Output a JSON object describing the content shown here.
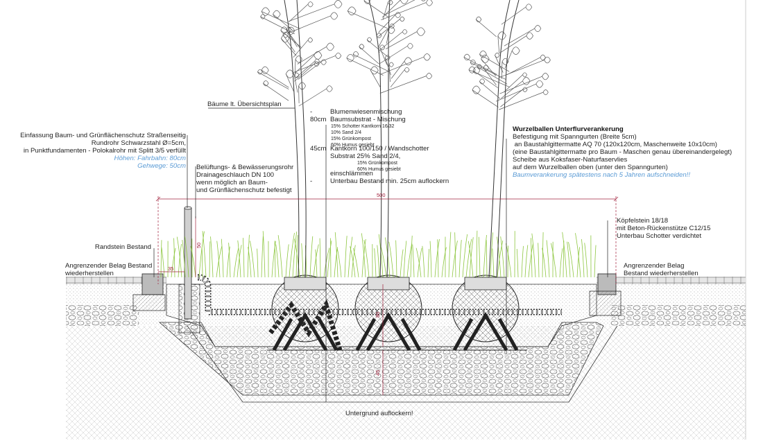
{
  "labels": {
    "baeume": "Bäume lt. Übersichtsplan",
    "einfassung": [
      "Einfassung Baum- und Grünflächenschutz Straßenseitig",
      "Rundrohr Schwarzstahl   Ø=5cm,",
      "in Punktfundamenten - Polokalrohr mit Splitt 3/5 verfüllt"
    ],
    "hoehen": [
      "Höhen: Fahrbahn: 80cm",
      "Gehwege: 50cm"
    ],
    "belueftung": [
      "Belüftungs- & Bewässerungsrohr",
      "Drainageschlauch DN 100",
      "wenn möglich an Baum-",
      "und Grünflächenschutz befestigt"
    ],
    "randstein": "Randstein Bestand",
    "angrenzend_links": [
      "Angrenzender Belag Bestand",
      "wiederherstellen"
    ],
    "angrenzend_rechts": [
      "Angrenzender Belag",
      "Bestand wiederherstellen"
    ],
    "koepfelstein": [
      "Köpfelstein 18/18",
      "mit Beton-Rückenstütze C12/15",
      "Unterbau Schotter verdichtet"
    ],
    "untergrund": "Untergrund auflockern!",
    "wurzelballen_title": "Wurzelballen Unterflurverankerung",
    "wurzelballen": [
      "Befestigung mit Spanngurten (Breite 5cm)",
      " an Baustahlgittermatte AQ 70 (120x120cm, Maschenweite 10x10cm)",
      "(eine Baustahlgittermatte pro Baum - Maschen genau übereinandergelegt)",
      "Scheibe aus Koksfaser-Naturfaservlies",
      "auf dem Wurzelballen oben (unter den Spanngurten)"
    ],
    "wurzelballen_note": "Baumverankerung spätestens nach 5 Jahren aufschneiden!!"
  },
  "layers": {
    "dash1": "-",
    "d80": "80cm",
    "blumen": "Blumenwiesenmischung",
    "baumsubstrat": "Baumsubstrat - Mischung",
    "mix1": [
      "15% Schotter Kantkorn 16/32",
      "10% Sand 2/4",
      "15% Grünkompost",
      "60% Humus gesiebt"
    ],
    "d45": "45cm",
    "kantkorn": "Kantkorn 100/150 / Wandschotter",
    "substrat": "Substrat 25% Sand 2/4,",
    "mix2": [
      "15% Grünkompost",
      "60% Humus gesiebt"
    ],
    "einschlaemmen": "einschlämmen",
    "dash2": "-",
    "unterbau": "Unterbau Bestand min. 25cm auflockern"
  },
  "dimensions": {
    "width": "500",
    "d35": "35",
    "d50": "50",
    "d80": "80",
    "d45": "45"
  },
  "colors": {
    "dim": "#a0203c",
    "note": "#5b9bd5",
    "grass": "#8dc63f",
    "line": "#1a1a1a"
  }
}
